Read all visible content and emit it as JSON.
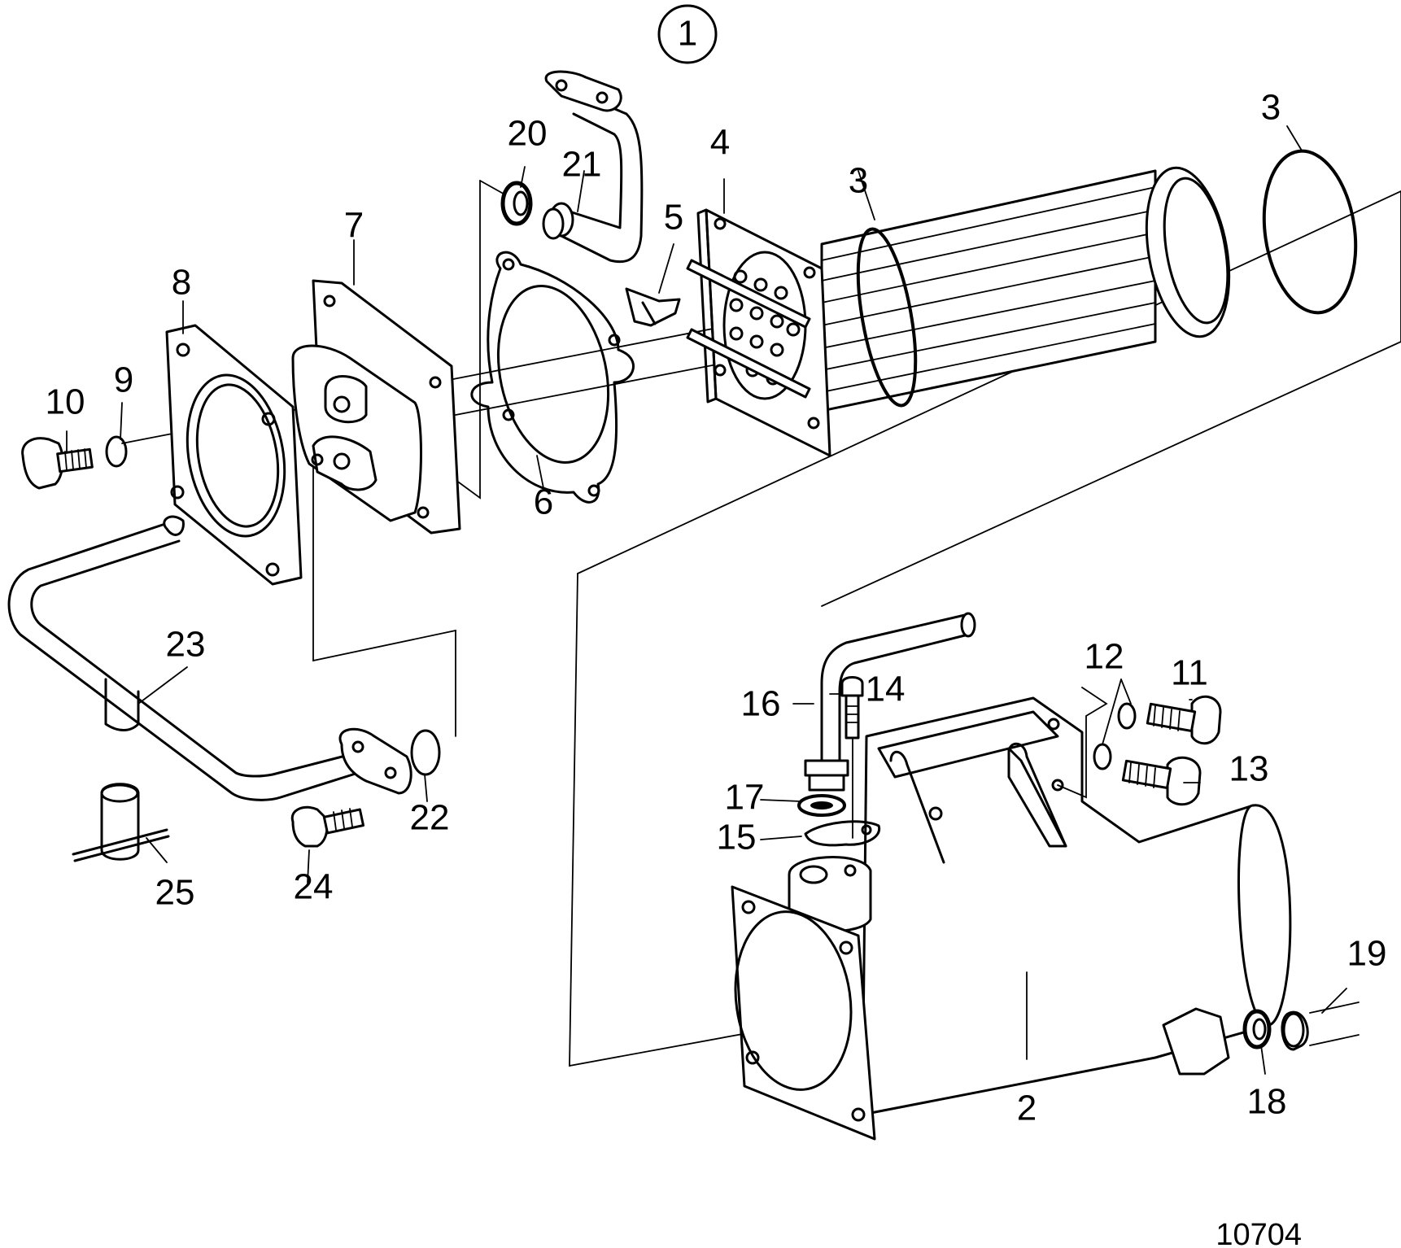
{
  "diagram": {
    "group_label": "1",
    "drawing_reference": "10704",
    "callouts": [
      {
        "id": "c1",
        "label": "2"
      },
      {
        "id": "c2",
        "label": "3"
      },
      {
        "id": "c3",
        "label": "3"
      },
      {
        "id": "c4",
        "label": "4"
      },
      {
        "id": "c5",
        "label": "5"
      },
      {
        "id": "c6",
        "label": "6"
      },
      {
        "id": "c7",
        "label": "7"
      },
      {
        "id": "c8",
        "label": "8"
      },
      {
        "id": "c9",
        "label": "9"
      },
      {
        "id": "c10",
        "label": "10"
      },
      {
        "id": "c11",
        "label": "11"
      },
      {
        "id": "c12",
        "label": "12"
      },
      {
        "id": "c13",
        "label": "13"
      },
      {
        "id": "c14",
        "label": "14"
      },
      {
        "id": "c15",
        "label": "15"
      },
      {
        "id": "c16",
        "label": "16"
      },
      {
        "id": "c17",
        "label": "17"
      },
      {
        "id": "c18",
        "label": "18"
      },
      {
        "id": "c19",
        "label": "19"
      },
      {
        "id": "c20",
        "label": "20"
      },
      {
        "id": "c21",
        "label": "21"
      },
      {
        "id": "c22",
        "label": "22"
      },
      {
        "id": "c23",
        "label": "23"
      },
      {
        "id": "c24",
        "label": "24"
      },
      {
        "id": "c25",
        "label": "25"
      }
    ]
  }
}
